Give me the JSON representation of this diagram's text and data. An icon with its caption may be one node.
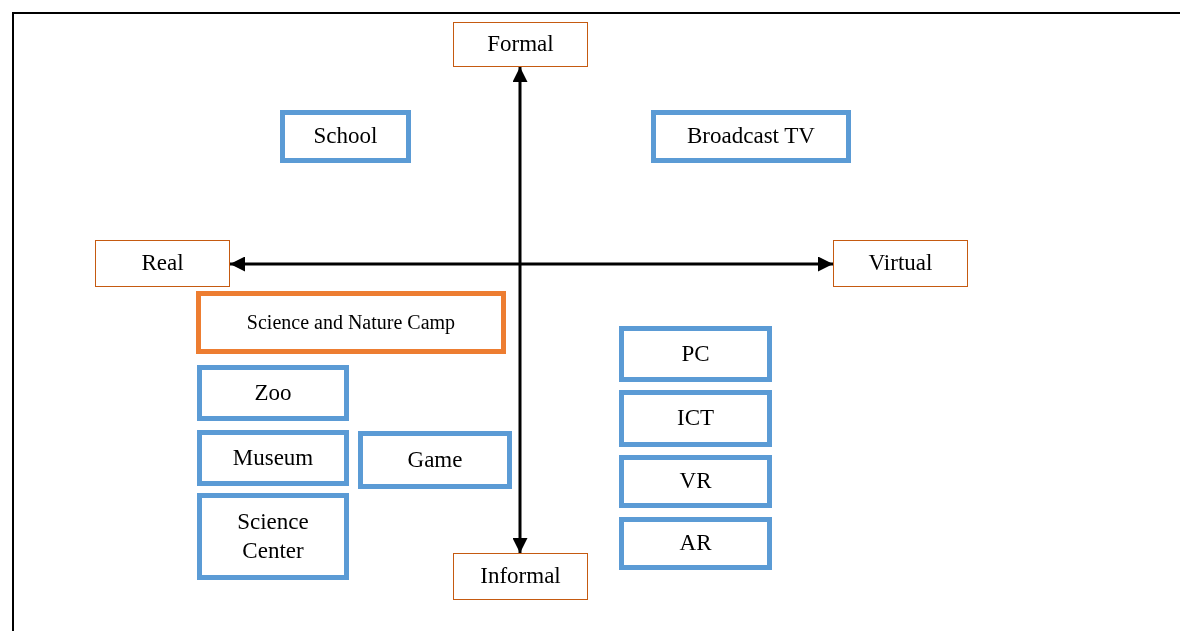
{
  "diagram": {
    "nodes": [
      {
        "text": [
          "Formal"
        ]
      },
      {
        "text": [
          "School"
        ]
      },
      {
        "text": [
          "Broadcast TV"
        ]
      },
      {
        "text": [
          "Real"
        ]
      },
      {
        "text": [
          "Virtual"
        ]
      },
      {
        "text": [
          "Science and Nature Camp"
        ]
      },
      {
        "text": [
          "Zoo"
        ]
      },
      {
        "text": [
          "Museum"
        ]
      },
      {
        "text": [
          "Game"
        ]
      },
      {
        "text": [
          "Science Center"
        ]
      },
      {
        "text": [
          "Informal"
        ]
      },
      {
        "text": [
          "PC"
        ]
      },
      {
        "text": [
          "ICT"
        ]
      },
      {
        "text": [
          "VR"
        ]
      },
      {
        "text": [
          "AR"
        ]
      }
    ],
    "edges": [
      {
        "from": 0,
        "to": 10,
        "arrow": "both"
      },
      {
        "from": 3,
        "to": 4,
        "arrow": "both"
      }
    ]
  }
}
